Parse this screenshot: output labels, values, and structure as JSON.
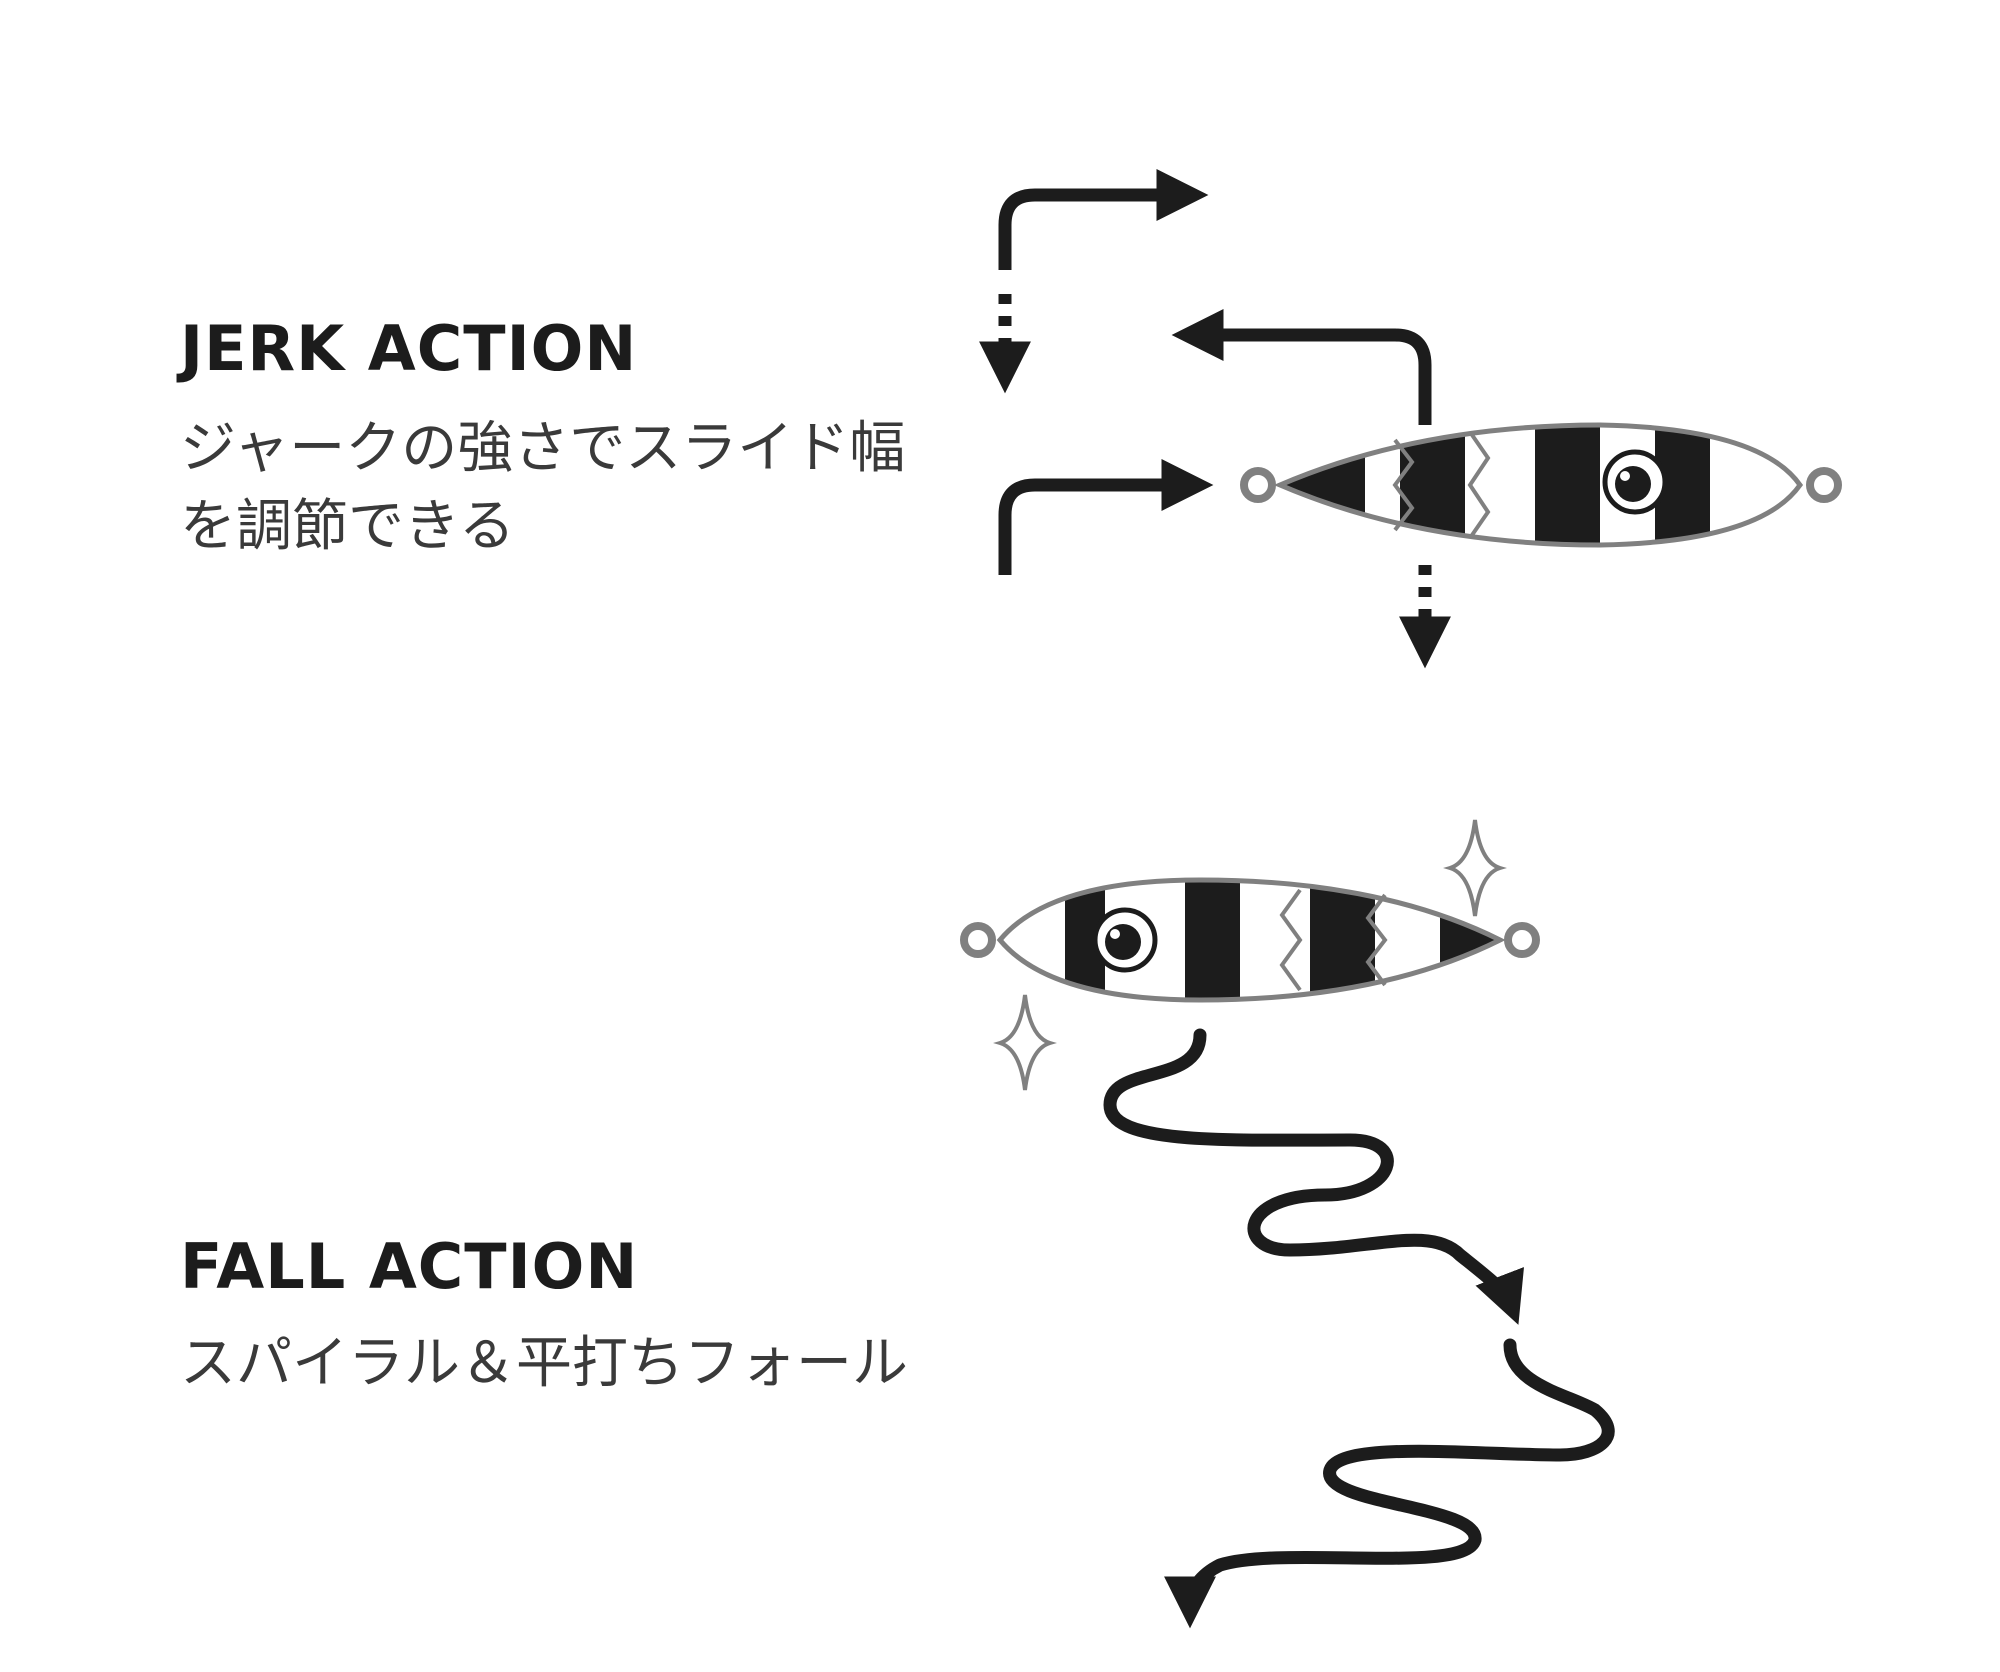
{
  "jerk": {
    "title": "JERK ACTION",
    "desc_line1": "ジャークの強さでスライド幅",
    "desc_line2": "を調節できる"
  },
  "fall": {
    "title": "FALL ACTION",
    "desc": "スパイラル＆平打ちフォール"
  },
  "colors": {
    "ink": "#1c1c1c",
    "text_gray": "#3a3a3a",
    "lure_fill": "#ffffff",
    "outline": "#808080"
  }
}
